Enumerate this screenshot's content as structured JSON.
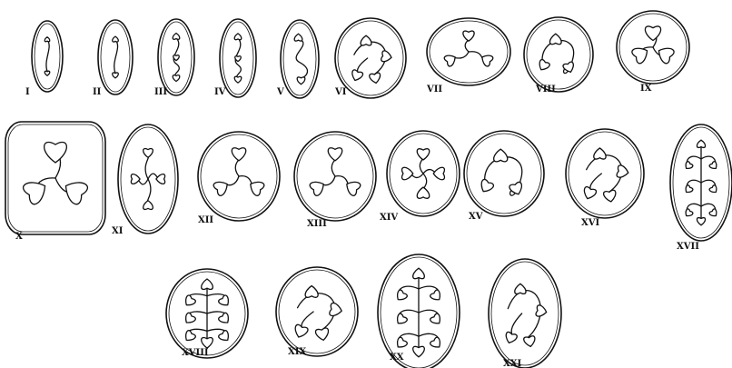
{
  "plate": {
    "figures": [
      {
        "label": "I",
        "shape": "oval",
        "motif": "single-pair"
      },
      {
        "label": "II",
        "shape": "oval",
        "motif": "single-pair"
      },
      {
        "label": "III",
        "shape": "oval",
        "motif": "three-hearts"
      },
      {
        "label": "IV",
        "shape": "oval",
        "motif": "three-hearts"
      },
      {
        "label": "V",
        "shape": "oval",
        "motif": "s-curve"
      },
      {
        "label": "VI",
        "shape": "circle",
        "motif": "cluster"
      },
      {
        "label": "VII",
        "shape": "circle",
        "motif": "three-way"
      },
      {
        "label": "VIII",
        "shape": "circle",
        "motif": "loop"
      },
      {
        "label": "IX",
        "shape": "circle",
        "motif": "trefoil"
      },
      {
        "label": "X",
        "shape": "rect",
        "motif": "large-trefoil"
      },
      {
        "label": "XI",
        "shape": "oval",
        "motif": "four-way"
      },
      {
        "label": "XII",
        "shape": "circle",
        "motif": "three-way"
      },
      {
        "label": "XIII",
        "shape": "circle",
        "motif": "three-way"
      },
      {
        "label": "XIV",
        "shape": "circle",
        "motif": "four-way"
      },
      {
        "label": "XV",
        "shape": "circle",
        "motif": "loop"
      },
      {
        "label": "XVI",
        "shape": "circle",
        "motif": "cluster"
      },
      {
        "label": "XVII",
        "shape": "oval",
        "motif": "vertical-branch"
      },
      {
        "label": "XVIII",
        "shape": "circle",
        "motif": "vertical-branch"
      },
      {
        "label": "XIX",
        "shape": "circle",
        "motif": "cluster"
      },
      {
        "label": "XX",
        "shape": "oval",
        "motif": "vertical-branch"
      },
      {
        "label": "XXI",
        "shape": "oval",
        "motif": "cluster"
      }
    ]
  }
}
